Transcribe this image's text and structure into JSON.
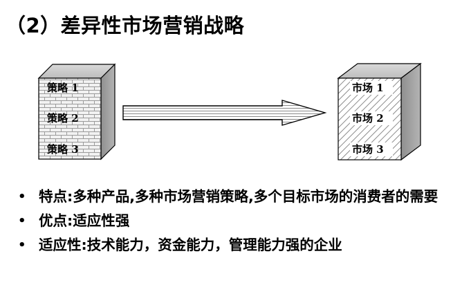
{
  "title": "（2）差异性市场营销战略",
  "diagram": {
    "left_box": {
      "labels": [
        "策略 1",
        "策略 2",
        "策略 3"
      ]
    },
    "right_box": {
      "labels": [
        "市场 1",
        "市场 2",
        "市场 3"
      ]
    }
  },
  "bullets": [
    "特点:多种产品,多种市场营销策略,多个目标市场的消费者的需要",
    "优点:适应性强",
    "适应性:技术能力，资金能力，管理能力强的企业"
  ],
  "bullet_symbol": "•"
}
